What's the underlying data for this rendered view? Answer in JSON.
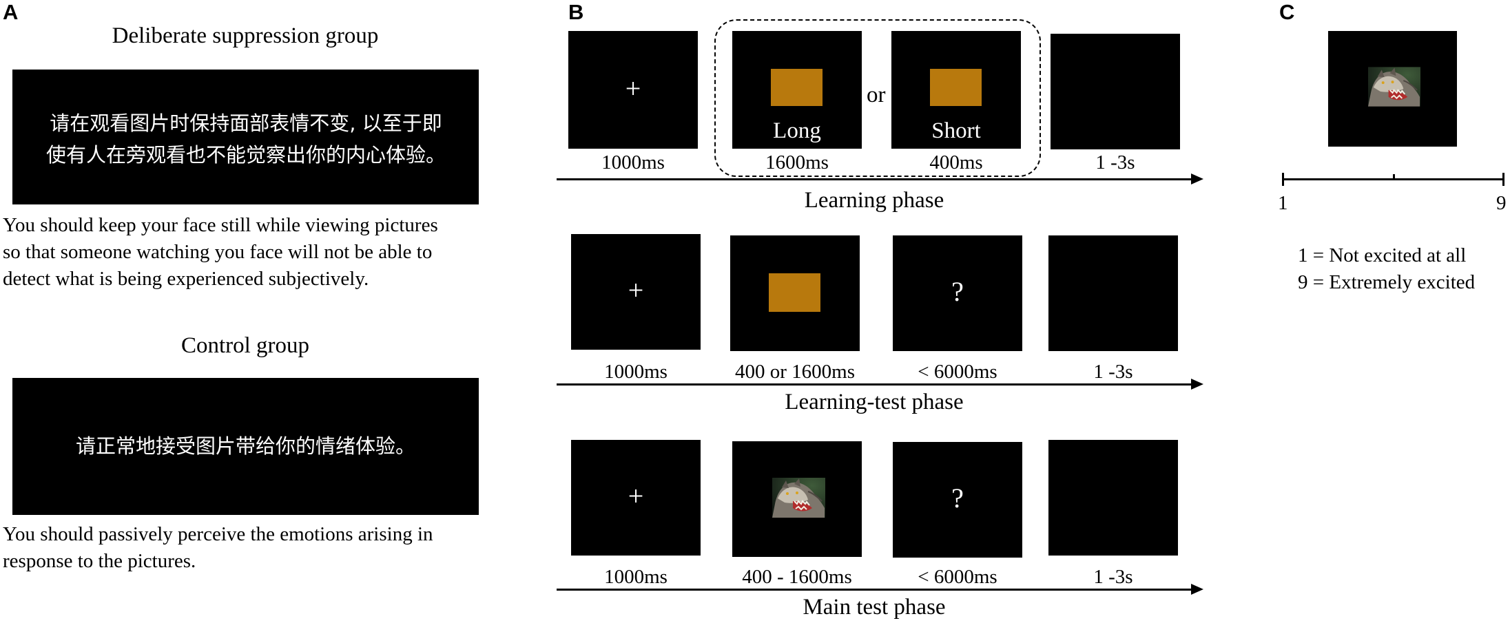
{
  "panels": {
    "a": {
      "letter": "A",
      "group1_title": "Deliberate suppression group",
      "group1_chinese_line1": "请在观看图片时保持面部表情不变, 以至于即",
      "group1_chinese_line2": "使有人在旁观看也不能觉察出你的内心体验。",
      "group1_english_line1": "You should keep your face still while viewing pictures",
      "group1_english_line2": "so that someone watching you face will not be able to",
      "group1_english_line3": "detect what is being experienced subjectively.",
      "group2_title": "Control group",
      "group2_chinese": "请正常地接受图片带给你的情绪体验。",
      "group2_english_line1": "You should passively perceive the emotions arising in",
      "group2_english_line2": "response to the pictures."
    },
    "b": {
      "letter": "B",
      "learning": {
        "fixation": "+",
        "stimulus_long_label": "Long",
        "connector": "or",
        "stimulus_short_label": "Short",
        "durations": [
          "1000ms",
          "1600ms",
          "400ms",
          "1 -3s"
        ],
        "phase_label": "Learning phase"
      },
      "learning_test": {
        "fixation": "+",
        "question": "?",
        "durations": [
          "1000ms",
          "400 or 1600ms",
          "< 6000ms",
          "1 -3s"
        ],
        "phase_label": "Learning-test phase"
      },
      "main_test": {
        "fixation": "+",
        "question": "?",
        "durations": [
          "1000ms",
          "400 - 1600ms",
          "< 6000ms",
          "1 -3s"
        ],
        "phase_label": "Main test phase"
      }
    },
    "c": {
      "letter": "C",
      "scale_min": "1",
      "scale_max": "9",
      "anchor_low": "1 = Not excited at all",
      "anchor_high": "9 = Extremely excited"
    }
  },
  "colors": {
    "screen": "#000000",
    "stimulus": "#b8790d",
    "text": "#000000"
  },
  "icons": {
    "stimulus_photo": "snarling-wolf-image"
  }
}
